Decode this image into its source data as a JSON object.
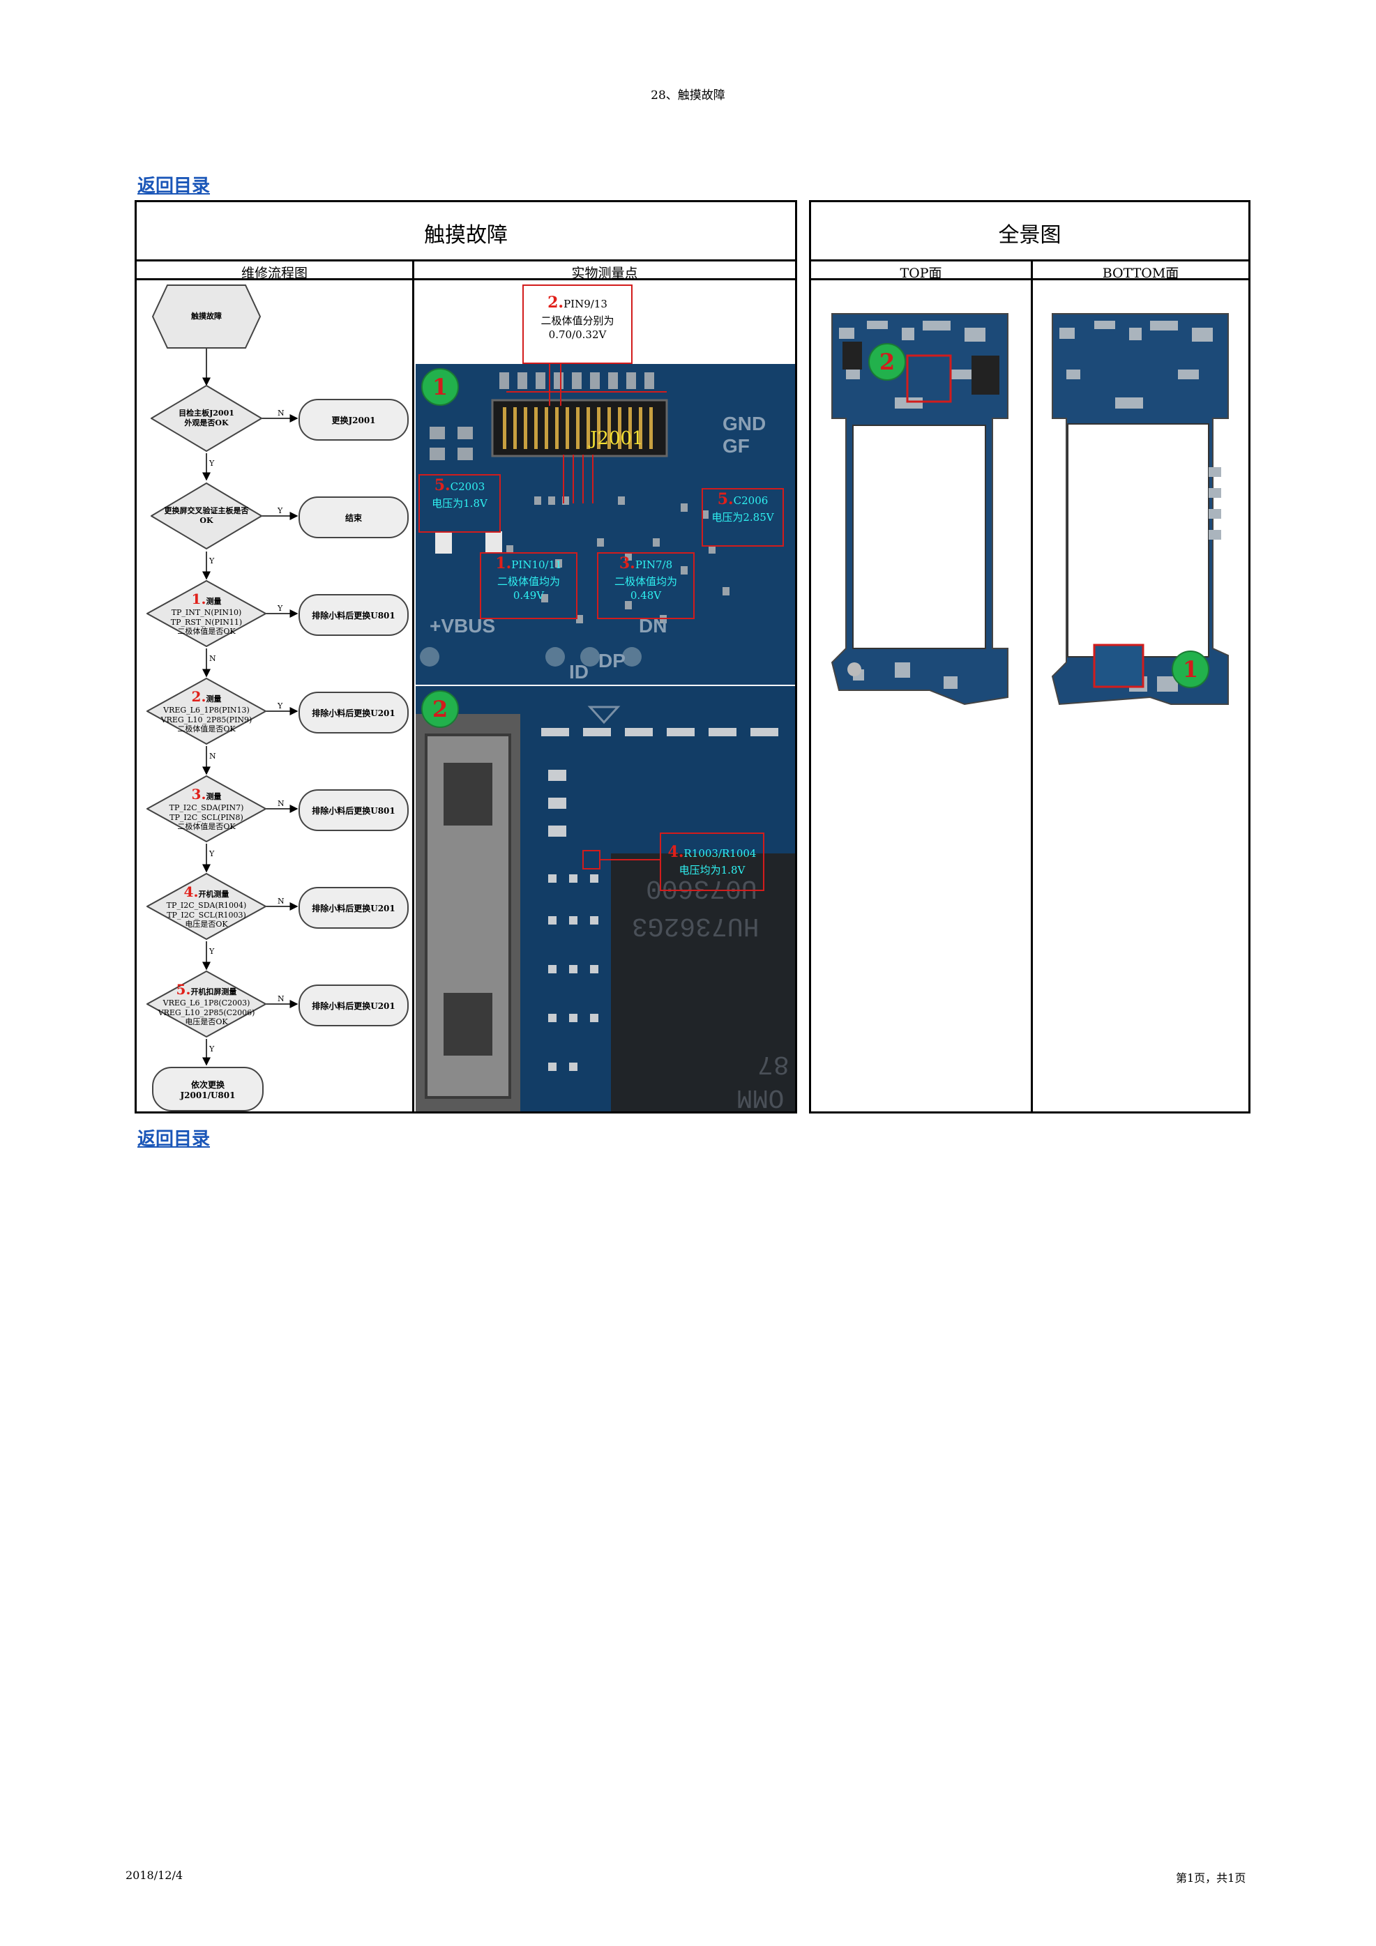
{
  "page_header": "28、触摸故障",
  "back_link": "返回目录",
  "left_panel": {
    "title": "触摸故障",
    "col1": "维修流程图",
    "col2": "实物测量点"
  },
  "right_panel": {
    "title": "全景图",
    "col1": "TOP面",
    "col2": "BOTTOM面"
  },
  "flow": {
    "start": "触摸故障",
    "d1": [
      "目检主板J2001",
      "外观是否OK"
    ],
    "r1": "更换J2001",
    "d2": [
      "更换屏交叉验证主板是否",
      "OK"
    ],
    "r2": "结束",
    "d3": {
      "num": "1.",
      "head": "测量",
      "lines": [
        "TP_INT_N(PIN10)",
        "TP_RST_N(PIN11)",
        "二极体值是否OK"
      ]
    },
    "r3": "排除小料后更换U801",
    "d4": {
      "num": "2.",
      "head": "测量",
      "lines": [
        "VREG_L6_1P8(PIN13)",
        "VREG_L10_2P85(PIN9)",
        "二极体值是否OK"
      ]
    },
    "r4": "排除小料后更换U201",
    "d5": {
      "num": "3.",
      "head": "测量",
      "lines": [
        "TP_I2C_SDA(PIN7)",
        "TP_I2C_SCL(PIN8)",
        "二极体值是否OK"
      ]
    },
    "r5": "排除小料后更换U801",
    "d6": {
      "num": "4.",
      "head": "开机测量",
      "lines": [
        "TP_I2C_SDA(R1004)",
        "TP_I2C_SCL(R1003)",
        "电压是否OK"
      ]
    },
    "r6": "排除小料后更换U201",
    "d7": {
      "num": "5.",
      "head": "开机扣屏测量",
      "lines": [
        "VREG_L6_1P8(C2003)",
        "VREG_L10_2P85(C2006)",
        "电压是否OK"
      ]
    },
    "r7": "排除小料后更换U201",
    "end": [
      "依次更换",
      "J2001/U801"
    ],
    "yes": "Y",
    "no": "N"
  },
  "photo": {
    "pin913": {
      "num": "2.",
      "l1": "PIN9/13",
      "l2": "二极体值分别为",
      "l3": "0.70/0.32V"
    },
    "c2003": {
      "num": "5.",
      "l1": "C2003",
      "l2": "电压为1.8V"
    },
    "c2006": {
      "num": "5.",
      "l1": "C2006",
      "l2": "电压为2.85V"
    },
    "pin1011": {
      "num": "1.",
      "l1": "PIN10/11",
      "l2": "二极体值均为",
      "l3": "0.49V"
    },
    "pin78": {
      "num": "3.",
      "l1": "PIN7/8",
      "l2": "二极体值均为",
      "l3": "0.48V"
    },
    "r1003": {
      "num": "4.",
      "l1": "R1003/R1004",
      "l2": "电压均为1.8V"
    },
    "connector": "J2001",
    "silk": [
      "GND GF",
      "+VBUS",
      "DN",
      "DP",
      "ID"
    ],
    "chip": [
      "HU7362G3",
      "U073600",
      "87",
      "OMM"
    ],
    "badge1": "1",
    "badge2": "2"
  },
  "overview": {
    "badge_top": "2",
    "badge_bottom": "1"
  },
  "footer": {
    "date": "2018/12/4",
    "page": "第1页，共1页"
  }
}
